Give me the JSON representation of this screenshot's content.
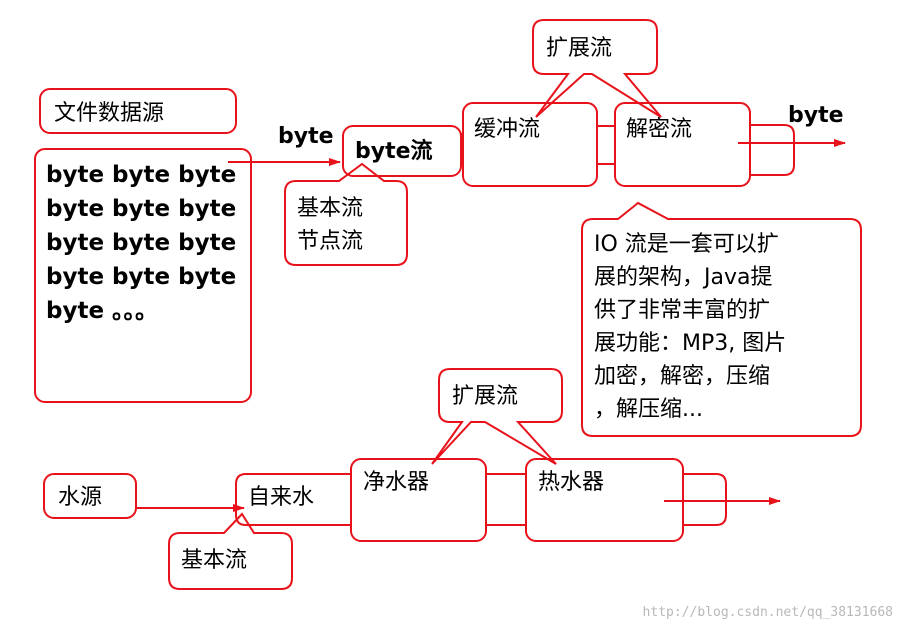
{
  "accent_color": "#e8121a",
  "top": {
    "source_label": "文件数据源",
    "source_lines": [
      "byte byte byte",
      "byte byte byte",
      "byte byte byte",
      "byte byte byte",
      "byte 。。。"
    ],
    "byte_in": "byte",
    "base_stream_label": "byte流",
    "base_callout": [
      "基本流",
      "节点流"
    ],
    "buffer_stream": "缓冲流",
    "decrypt_stream": "解密流",
    "ext_callout": "扩展流",
    "byte_out": "byte",
    "note_lines": [
      "IO 流是一套可以扩",
      "展的架构，Java提",
      "供了非常丰富的扩",
      "展功能：MP3, 图片",
      "加密，解密，压缩",
      "，解压缩..."
    ]
  },
  "bottom": {
    "source_label": "水源",
    "tap_water": "自来水",
    "base_callout": "基本流",
    "purifier": "净水器",
    "heater": "热水器",
    "ext_callout": "扩展流"
  },
  "watermark": "http://blog.csdn.net/qq_38131668"
}
